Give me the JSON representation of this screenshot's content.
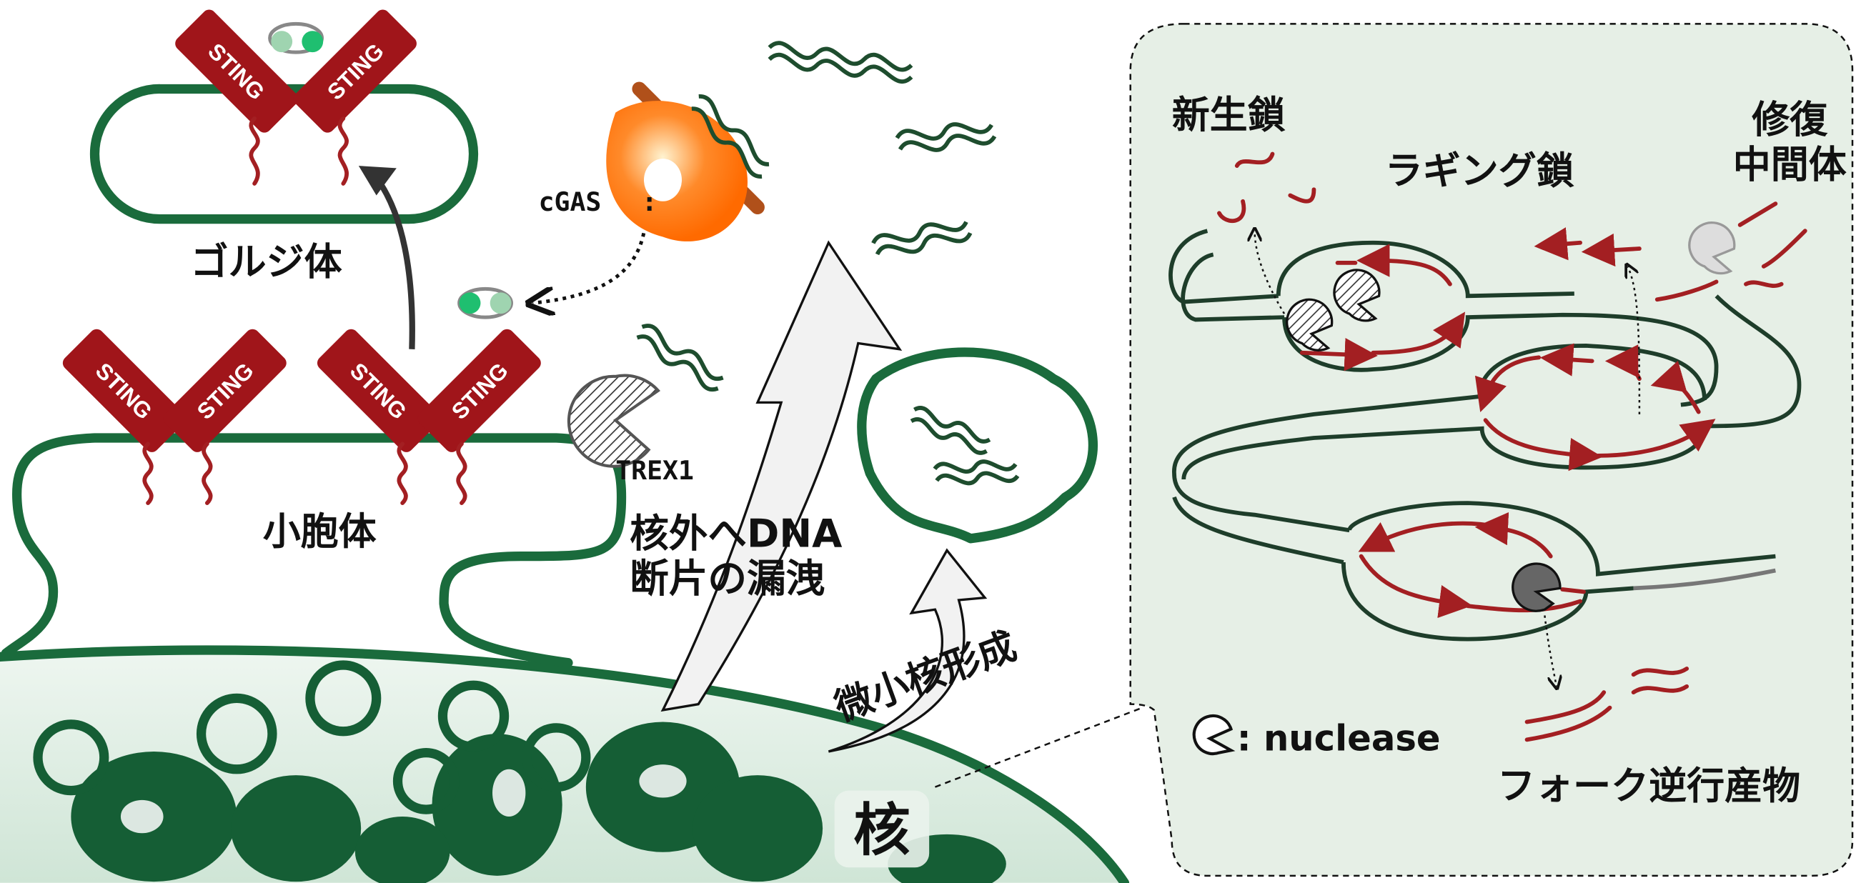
{
  "colors": {
    "membrane": "#1a6b3c",
    "sting": "#a0151a",
    "nucleus_fill": "#d9ebe0",
    "chromatin": "#155e35",
    "cgas": "#ff7a1a",
    "panel_bg": "#e6efe6",
    "strand_red": "#a31f22"
  },
  "left": {
    "sting_label": "STING",
    "golgi_label": "ゴルジ体",
    "cgas_label": "cGAS",
    "trex1_label": "TREX1",
    "er_label": "小胞体",
    "leak_label_line1": "核外へDNA",
    "leak_label_line2": "断片の漏洩",
    "micronucleus_label": "微小核形成",
    "nucleus_label": "核"
  },
  "panel": {
    "nascent_label": "新生鎖",
    "lagging_label": "ラギング鎖",
    "repair_label_line1": "修復",
    "repair_label_line2": "中間体",
    "legend_label": ": nuclease",
    "reversal_label": "フォーク逆行産物"
  }
}
